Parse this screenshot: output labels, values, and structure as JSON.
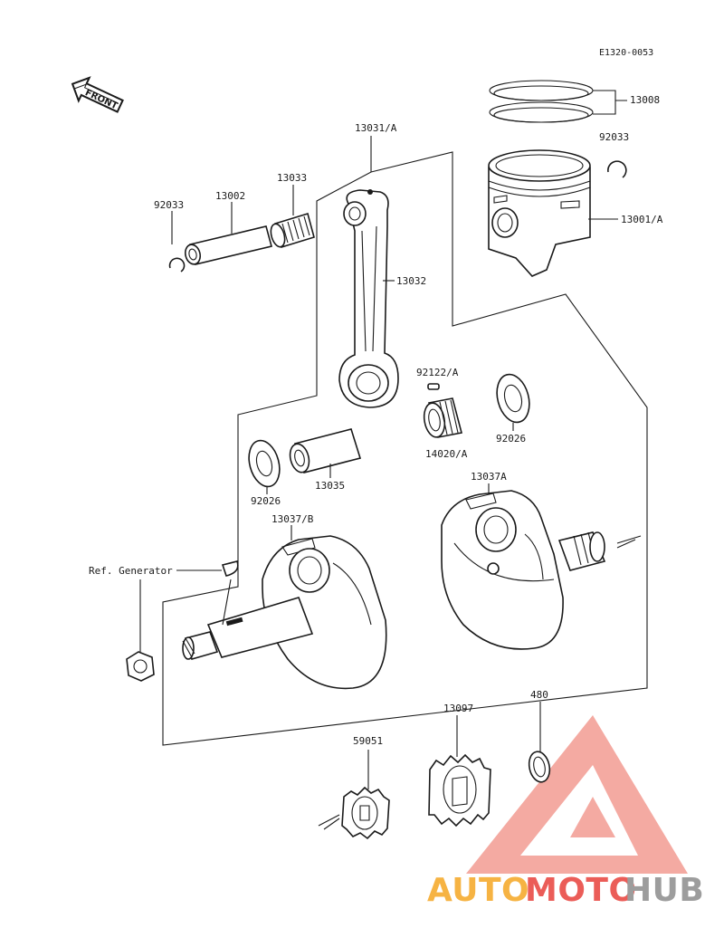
{
  "drawing_code": "E1320-0053",
  "front_label": "FRONT",
  "labels": {
    "rings": "13008",
    "circlip_right": "92033",
    "piston": "13001/A",
    "conrod_assy": "13031/A",
    "conrod": "13032",
    "needle_bearing_small": "13033",
    "piston_pin": "13002",
    "circlip_left": "92033",
    "pin_92122": "92122/A",
    "bearing_14020": "14020/A",
    "washer_right": "92026",
    "washer_left": "92026",
    "crank_pin": "13035",
    "crank_half_a": "13037A",
    "crank_half_b": "13037/B",
    "ref_generator": "Ref. Generator",
    "gear_13097": "13097",
    "gear_59051": "59051",
    "ring_480": "480"
  },
  "watermark": {
    "auto": "AUTO",
    "moto": "MOTO",
    "hub": "HUB",
    "colors": {
      "orange": "#f5a623",
      "red": "#e8413c",
      "gray": "#8c8c8c"
    }
  }
}
